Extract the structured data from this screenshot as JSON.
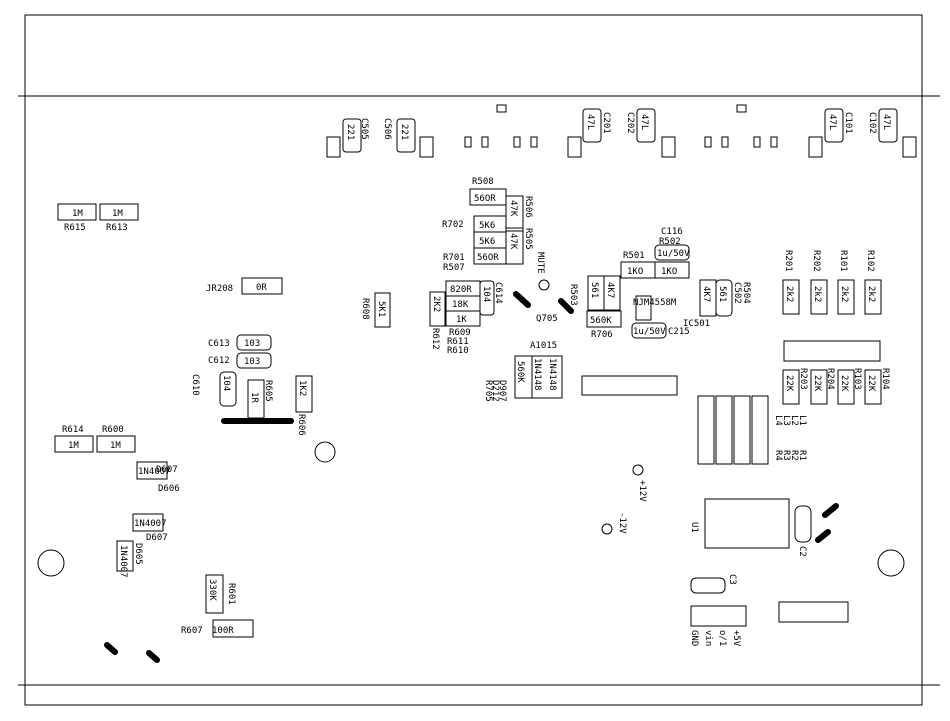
{
  "labels": {
    "c505": "C505",
    "c506": "C506",
    "c201": "C201",
    "c202": "C202",
    "c101": "C101",
    "c102": "C102",
    "r508": "R508",
    "r506": "R506",
    "r505": "R505",
    "r702": "R702",
    "r701": "R701",
    "r507": "R507",
    "c116": "C116",
    "r502": "R502",
    "r501": "R501",
    "r201": "R201",
    "r202": "R202",
    "r101": "R101",
    "r102": "R102",
    "r615": "R615",
    "r613": "R613",
    "jr208": "JR208",
    "mute": "MUTE",
    "r503": "R503",
    "c614": "C614",
    "r608": "R608",
    "q705": "Q705",
    "ic501": "IC501",
    "njm": "NJM4558M",
    "c502": "C502",
    "r504": "R504",
    "c215": "C215",
    "r706": "R706",
    "r609": "R609",
    "r611": "R611",
    "r610": "R610",
    "r612": "R612",
    "a1015": "A1015",
    "c613": "C613",
    "c612": "C612",
    "c610": "C610",
    "r605": "R605",
    "r606": "R606",
    "r614": "R614",
    "r600": "R600",
    "d607": "D607",
    "d606": "D606",
    "d605": "D605",
    "r601": "R601",
    "r607": "R607",
    "r203": "R203",
    "r204": "R204",
    "r103": "R103",
    "r104": "R104",
    "d907": "D907",
    "d212": "D212",
    "r705": "R705",
    "plus12v": "+12V",
    "minus12v": "-12V",
    "u1": "U1",
    "c2": "C2",
    "c3": "C3",
    "gnd": "GND",
    "vin": "vin",
    "o1": "o/1",
    "plus5v": "+5V",
    "l1": "L1",
    "l2": "L2",
    "l3": "L3",
    "l4": "L4",
    "r1": "R1",
    "r2": "R2",
    "r3": "R3",
    "r4": "R4"
  },
  "values": {
    "c505": "221",
    "c506": "221",
    "c201": "47L",
    "c202": "47L",
    "c101": "47L",
    "c102": "47L",
    "r508": "56OR",
    "r506": "47K",
    "r505": "47K",
    "r702": "5K6",
    "r5k6b": "5K6",
    "r701": "56OR",
    "c116": "1u/50V",
    "r501": "1KO",
    "r502": "1KO",
    "r201": "2k2",
    "r202": "2k2",
    "r101": "2k2",
    "r102": "2k2",
    "r615": "1M",
    "r613": "1M",
    "jr208": "0R",
    "r608": "5K1",
    "r820": "820R",
    "r18k": "18K",
    "r1k": "1K",
    "c614": "104",
    "r612": "2K2",
    "r503": "561",
    "r4k7": "4K7",
    "r706": "560K",
    "r504": "4K7",
    "c502": "561",
    "c215": "1u/50V",
    "c613": "103",
    "c612": "103",
    "c610": "104",
    "r605": "1R",
    "r606": "1K2",
    "r614": "1M",
    "r600": "1M",
    "d607": "1N4007",
    "d606": "1N4007",
    "d605": "1N4007",
    "r601": "330K",
    "r607": "100R",
    "r203": "22K",
    "r204": "22K",
    "r103": "22K",
    "r104": "22K",
    "d907": "560K",
    "d212a": "1N4148",
    "d212b": "1N4148"
  },
  "colors": {
    "ink": "#000000",
    "paper": "#ffffff"
  }
}
